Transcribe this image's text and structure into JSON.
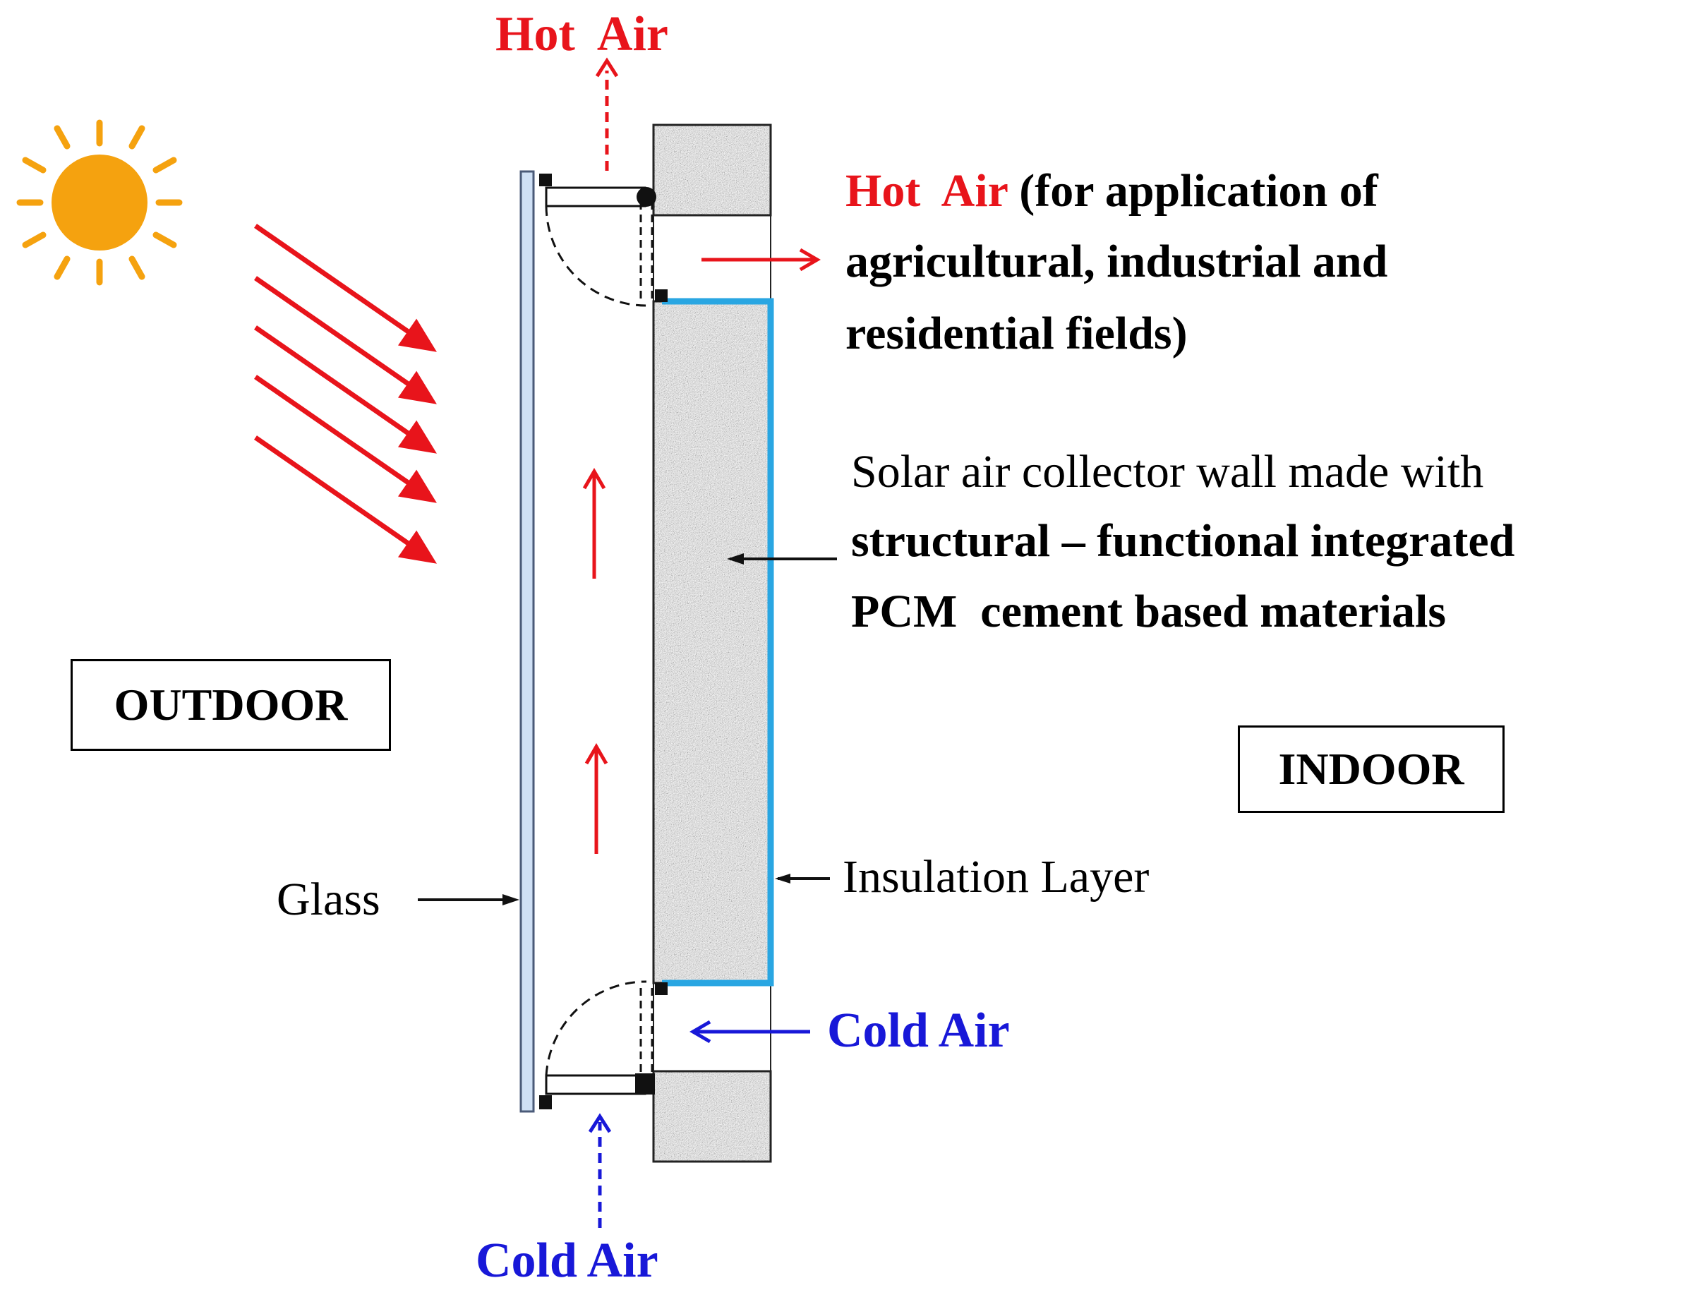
{
  "top_hot_air": "Hot  Air",
  "hot_air_app": {
    "hot": "Hot  Air",
    "line1_rest": " (for application of",
    "line2": "agricultural, industrial and",
    "line3": "residential fields)"
  },
  "wall_desc": {
    "line1": "Solar air collector wall made with",
    "line2": "structural – functional integrated",
    "line3": "PCM  cement based materials"
  },
  "outdoor": "OUTDOOR",
  "indoor": "INDOOR",
  "glass": "Glass",
  "insulation": "Insulation Layer",
  "cold_air_right": "Cold Air",
  "cold_air_bottom": "Cold Air",
  "colors": {
    "hot": "#e8141b",
    "cold": "#1818d8",
    "sun": "#f5a20f",
    "insulation": "#29a6e2",
    "glass": "#cfe0f5"
  }
}
